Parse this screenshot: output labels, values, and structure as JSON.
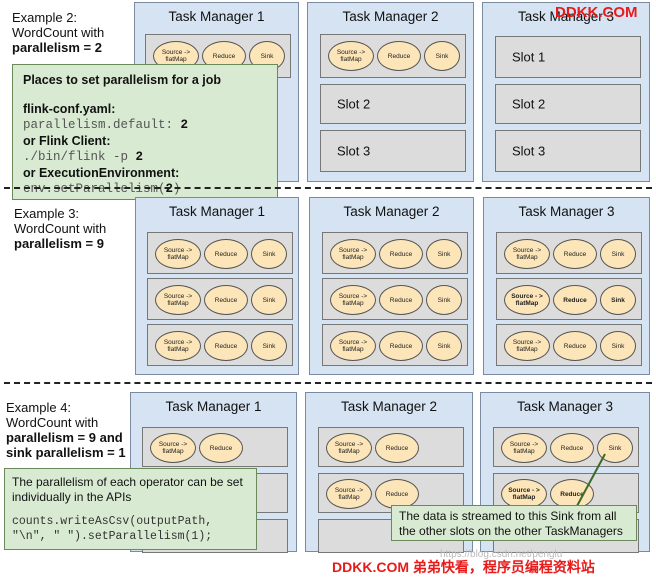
{
  "watermark_top": "DDKK.COM",
  "watermark_bottom": "DDKK.COM 弟弟快看，程序员编程资料站",
  "watermark_url": "https://blog.csdn.net/penglu",
  "examples": [
    {
      "line1": "Example 2:",
      "line2": "WordCount with",
      "line3": "parallelism = 2"
    },
    {
      "line1": "Example 3:",
      "line2": "WordCount with",
      "line3": "parallelism = 9"
    },
    {
      "line1": "Example 4:",
      "line2": "WordCount with",
      "line3": "parallelism = 9 and",
      "line4": "sink parallelism = 1"
    }
  ],
  "task_managers": [
    "Task Manager 1",
    "Task Manager 2",
    "Task Manager 3"
  ],
  "slots": [
    "Slot 1",
    "Slot 2",
    "Slot 3"
  ],
  "ops": {
    "source": "Source -> flatMap",
    "source_bold": "Source - > flatMap",
    "reduce": "Reduce",
    "sink": "Sink"
  },
  "callout1": {
    "title": "Places to set parallelism for a job",
    "h1": "flink-conf.yaml:",
    "c1": "parallelism.default: ",
    "v1": "2",
    "h2": "or Flink Client:",
    "c2": "./bin/flink -p ",
    "v2": "2",
    "h3": "or ExecutionEnvironment:",
    "c3a": "env.setParallelism(",
    "v3": "2",
    "c3b": ")"
  },
  "callout2": {
    "text1": "The parallelism of each operator can be set",
    "text2": "individually in the APIs",
    "code1": "counts.writeAsCsv(outputPath,",
    "code2": "\"\\n\", \" \").setParallelism(1);"
  },
  "callout3": {
    "text1": "The data is streamed to this Sink from all",
    "text2": "the other slots on the other TaskManagers"
  }
}
